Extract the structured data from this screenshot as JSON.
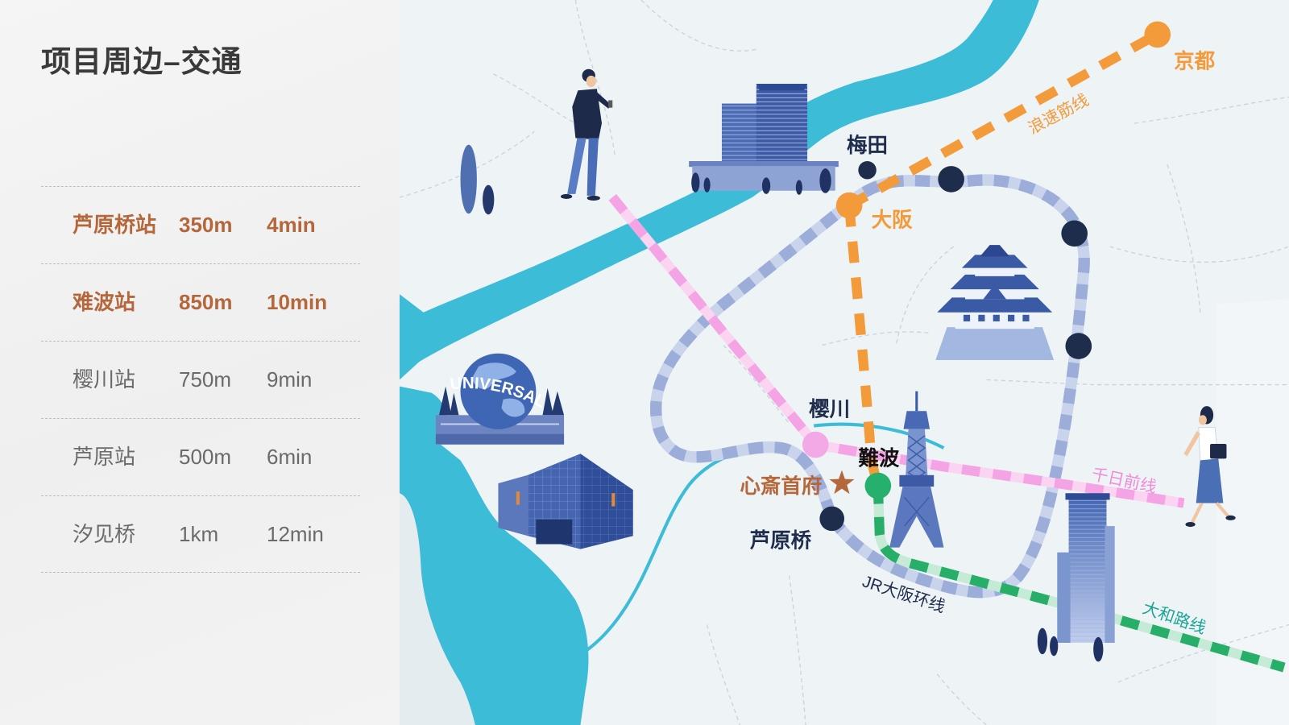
{
  "title": "项目周边–交通",
  "table": {
    "rows": [
      {
        "station": "芦原桥站",
        "distance": "350m",
        "time": "4min",
        "highlight": true
      },
      {
        "station": "难波站",
        "distance": "850m",
        "time": "10min",
        "highlight": true
      },
      {
        "station": "樱川站",
        "distance": "750m",
        "time": "9min",
        "highlight": false
      },
      {
        "station": "芦原站",
        "distance": "500m",
        "time": "6min",
        "highlight": false
      },
      {
        "station": "汐见桥",
        "distance": "1km",
        "time": "12min",
        "highlight": false
      }
    ]
  },
  "map": {
    "stations": {
      "kyoto": "京都",
      "umeda": "梅田",
      "osaka": "大阪",
      "sakuragawa": "樱川",
      "namba": "難波",
      "ashiharabashi": "芦原桥"
    },
    "project": "心斎首府",
    "lines": {
      "naniwasuji": "浪速筋线",
      "jr_loop": "JR大阪环线",
      "sennichimae": "千日前线",
      "yamatoji": "大和路线"
    },
    "logo_text": "UNIVERSAL"
  },
  "icons": {
    "project_marker": "star-icon",
    "station_marker": "circle-icon"
  },
  "colors": {
    "highlight": "#b5673b",
    "orange": "#f39a3b",
    "navy": "#1f2d4d",
    "pink": "#f08ad8",
    "green": "#1aa596",
    "river": "#3dbcd8"
  }
}
